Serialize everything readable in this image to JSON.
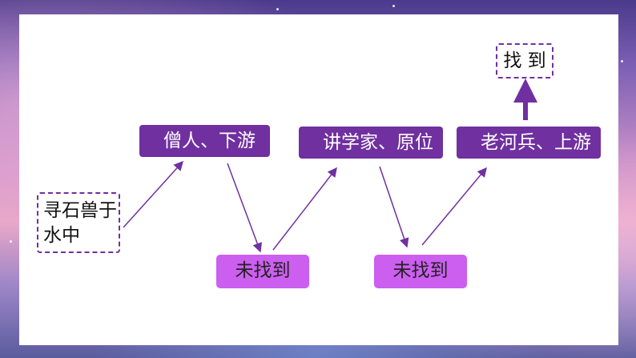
{
  "diagram": {
    "start": {
      "line1": "寻石兽于",
      "line2": "水中"
    },
    "upper_boxes": [
      {
        "label": "僧人、下游"
      },
      {
        "label": "讲学家、原位"
      },
      {
        "label": "老河兵、上游"
      }
    ],
    "lower_boxes": [
      {
        "label": "未找到"
      },
      {
        "label": "未找到"
      }
    ],
    "result": {
      "label": "找 到"
    },
    "colors": {
      "dark_purple": "#7030a0",
      "light_purple": "#cc5ef0",
      "arrow": "#7030a0"
    }
  }
}
